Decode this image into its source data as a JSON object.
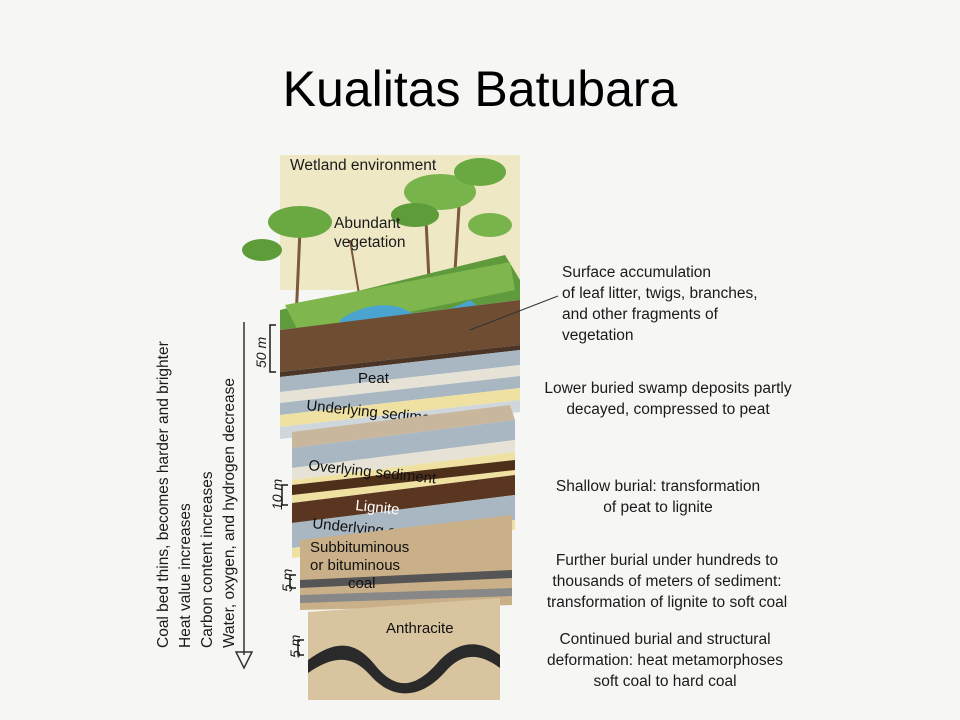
{
  "slide": {
    "title": "Kualitas Batubara"
  },
  "column": {
    "top_label": "Wetland environment",
    "vegetation_label_1": "Abundant",
    "vegetation_label_2": "vegetation",
    "layers": {
      "peat": "Peat",
      "underlying_sediment_1": "Underlying sediment",
      "overlying_sediment": "Overlying sediment",
      "lignite": "Lignite",
      "underlying_sediment_2": "Underlying sediment",
      "subbituminous_1": "Subbituminous",
      "subbituminous_2": "or bituminous",
      "subbituminous_3": "coal",
      "anthracite": "Anthracite"
    }
  },
  "scales": [
    "50 m",
    "10 m",
    "5 m",
    "5 m"
  ],
  "side_arrow": {
    "lines": [
      "Coal bed thins, becomes harder and brighter",
      "Heat value increases",
      "Carbon content increases",
      "Water, oxygen, and hydrogen decrease"
    ]
  },
  "annotations": [
    {
      "lines": [
        "Surface accumulation",
        "of leaf litter, twigs, branches,",
        "and other fragments of",
        "vegetation"
      ]
    },
    {
      "lines": [
        "Lower buried swamp deposits partly",
        "decayed, compressed to peat"
      ]
    },
    {
      "lines": [
        "Shallow burial: transformation",
        "of peat to lignite"
      ]
    },
    {
      "lines": [
        "Further burial under hundreds to",
        "thousands of meters of sediment:",
        "transformation of lignite to soft coal"
      ]
    },
    {
      "lines": [
        "Continued burial and structural",
        "deformation: heat metamorphoses",
        "soft coal to hard coal"
      ]
    }
  ],
  "colors": {
    "sky": "#efe8c4",
    "grass": "#5f9a3c",
    "soil": "#6e4d33",
    "peat": "#4b3526",
    "sediment_blue": "#a9b7c2",
    "sediment_yellow": "#efe1a2",
    "lignite": "#4e2f1a",
    "tan": "#c9b089",
    "coal": "#2a2a2a",
    "water": "#4aa4cf"
  }
}
